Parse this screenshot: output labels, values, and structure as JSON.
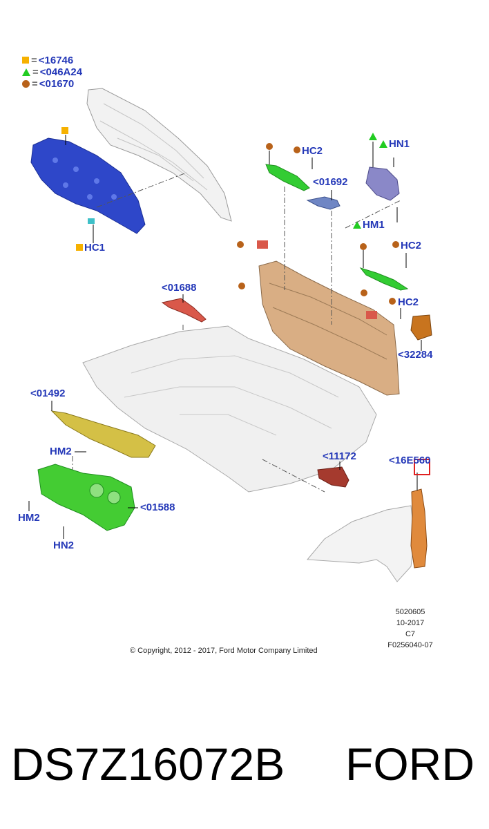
{
  "legend": [
    {
      "marker": "square",
      "color": "#f6b100",
      "eq": "=",
      "code": "<16746"
    },
    {
      "marker": "triangle",
      "color": "#22cc22",
      "eq": "=",
      "code": "<046A24"
    },
    {
      "marker": "circle",
      "color": "#b8621a",
      "eq": "=",
      "code": "<01670"
    }
  ],
  "labels": {
    "hc1": "HC1",
    "hc2_top": "HC2",
    "part_01692": "<01692",
    "hn1": "HN1",
    "hm1": "HM1",
    "hc2_right": "HC2",
    "hc2_mid": "HC2",
    "part_32284": "<32284",
    "part_01688": "<01688",
    "part_01492": "<01492",
    "hm2_mid": "HM2",
    "hm2_left": "HM2",
    "part_01588": "<01588",
    "hn2": "HN2",
    "part_11172": "<11172",
    "part_16e560": "<16E560"
  },
  "meta": {
    "line1": "5020605",
    "line2": "10-2017",
    "line3": "C7",
    "line4": "F0256040-07"
  },
  "copyright": "© Copyright, 2012 - 2017, Ford Motor Company Limited",
  "caption": {
    "part_number": "DS7Z16072B",
    "brand": "FORD"
  }
}
